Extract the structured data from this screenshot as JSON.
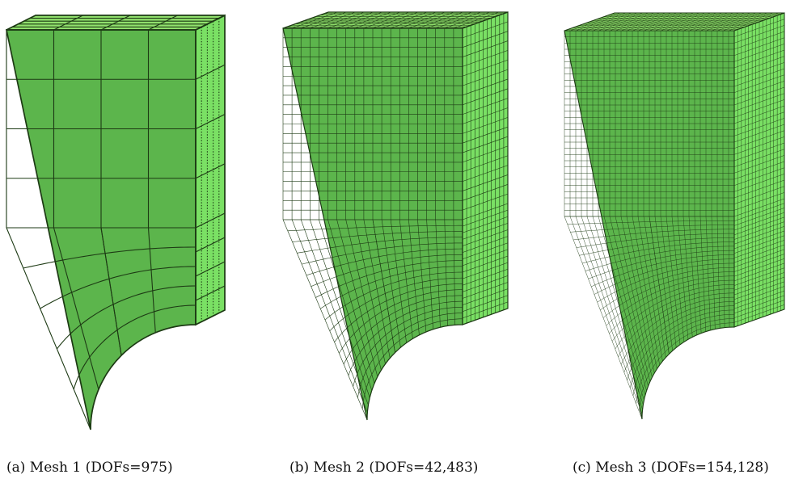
{
  "figure": {
    "colors": {
      "front": "#5cb54c",
      "top": "#90e06c",
      "side": "#7ae064",
      "line": "#1d3a14"
    },
    "panels": [
      {
        "id": "a",
        "caption": "(a) Mesh 1 (DOFs=975)"
      },
      {
        "id": "b",
        "caption": "(b) Mesh 2 (DOFs=42,483)"
      },
      {
        "id": "c",
        "caption": "(c) Mesh 3 (DOFs=154,128)"
      }
    ]
  }
}
